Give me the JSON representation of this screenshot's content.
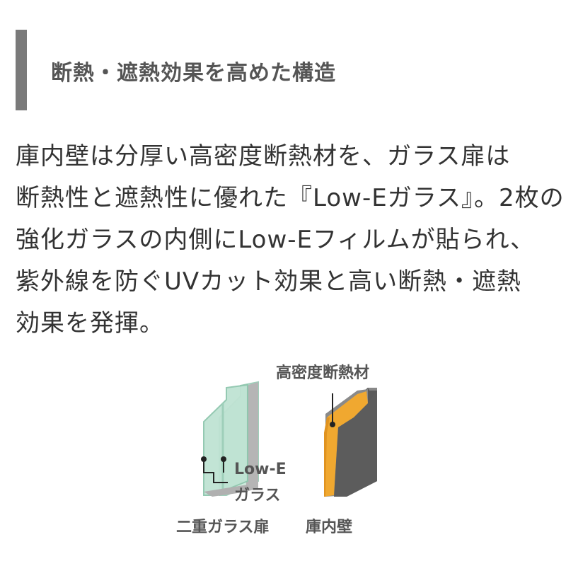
{
  "section": {
    "title": "断熱・遮熱効果を高めた構造"
  },
  "description": {
    "lines": [
      "庫内壁は分厚い高密度断熱材を、ガラス扉は",
      "断熱性と遮熱性に優れた『Low-Eガラス』。2枚の",
      "強化ガラスの内側にLow-Eフィルムが貼られ、",
      "紫外線を防ぐUVカット効果と高い断熱・遮熱",
      "効果を発揮。"
    ]
  },
  "diagram": {
    "insulation_label": "高密度断熱材",
    "lowe_label_line1": "Low-E",
    "lowe_label_line2": "ガラス",
    "glass_door_label": "二重ガラス扉",
    "inner_wall_label": "庫内壁",
    "colors": {
      "glass": "#bfe3d3",
      "glass_edge": "#9fcfba",
      "frame": "#b0b0b0",
      "insulation": "#f0a830",
      "wall": "#5a5a5a"
    }
  }
}
